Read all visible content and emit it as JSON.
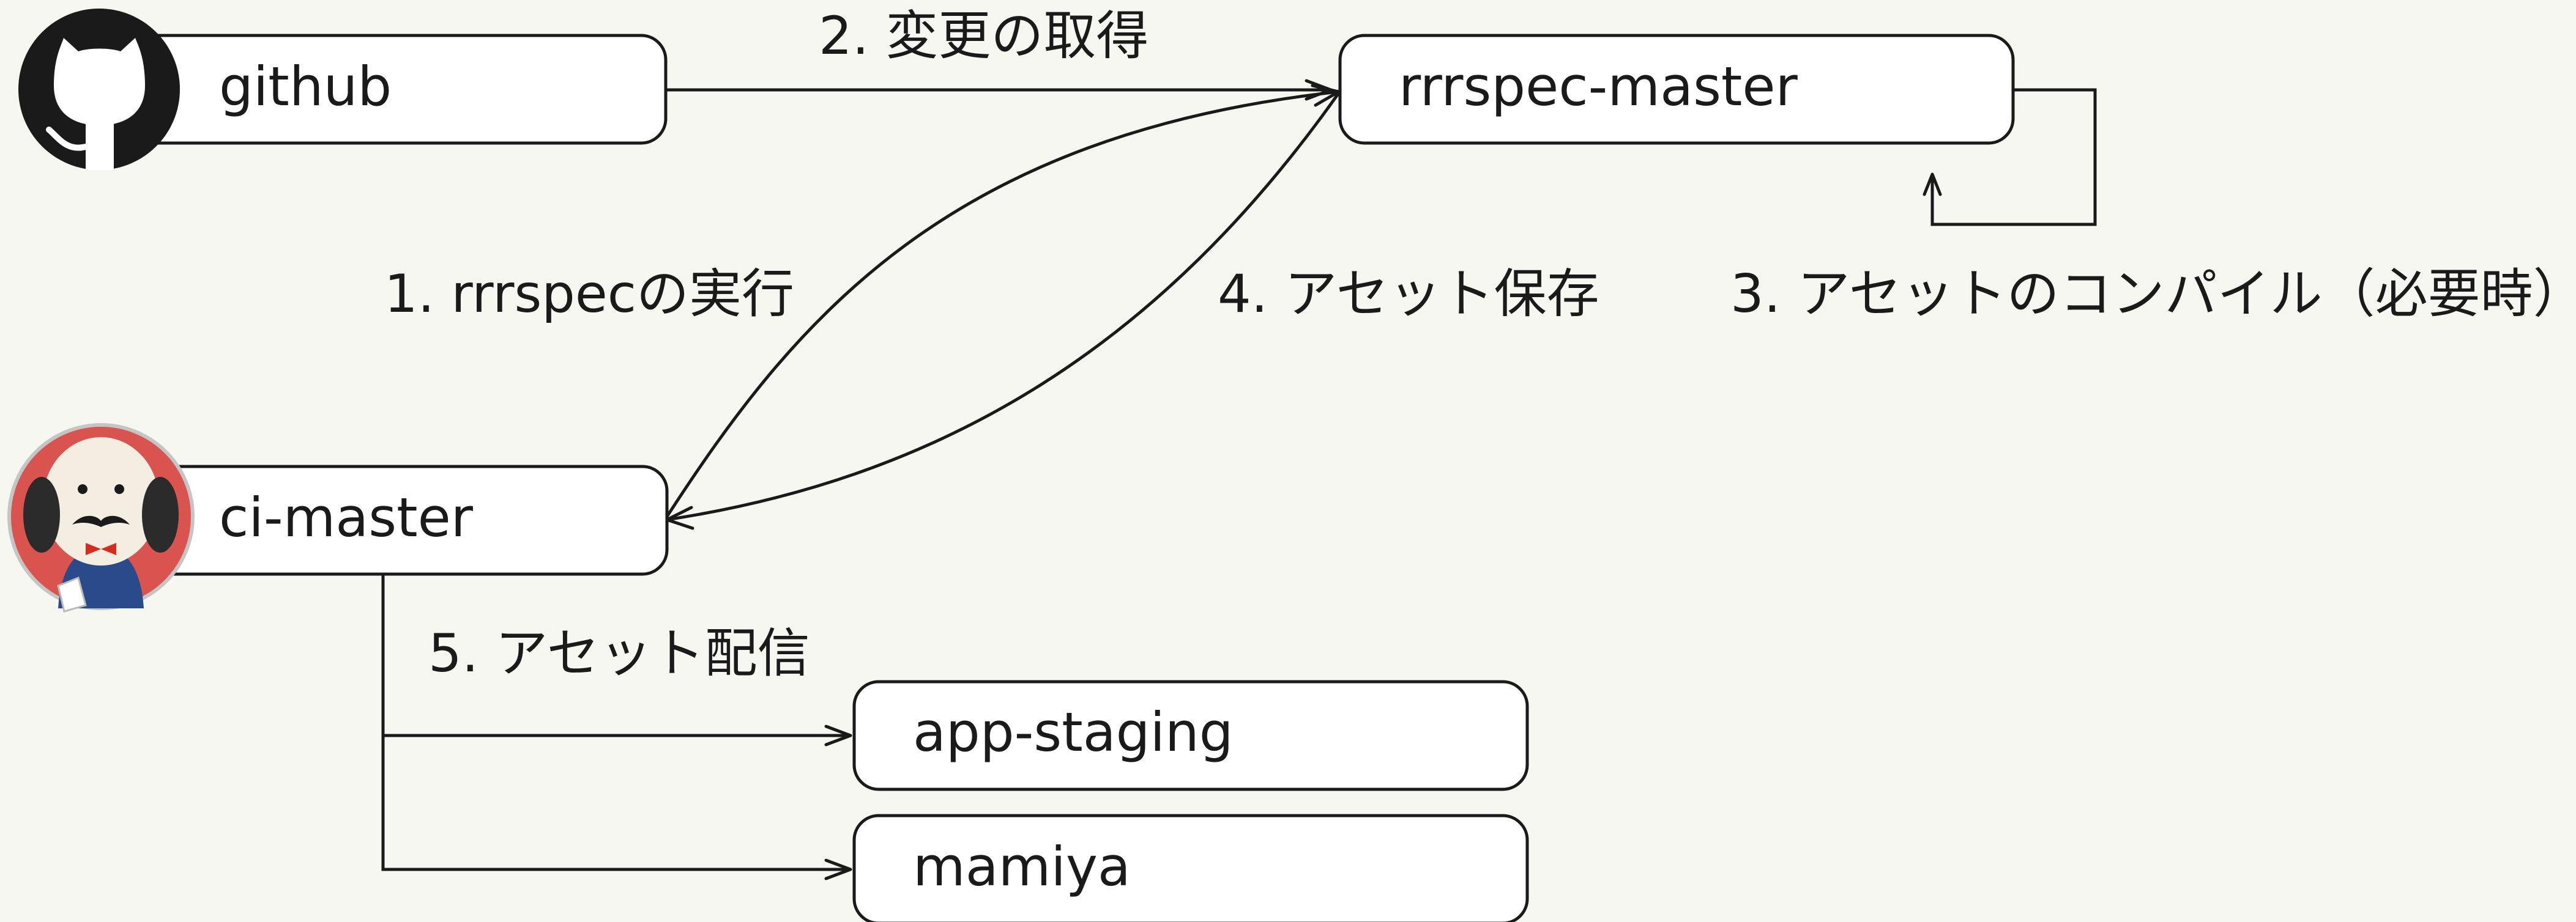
{
  "nodes": {
    "github": {
      "label": "github",
      "icon": "github-octocat-icon"
    },
    "rrrspec_master": {
      "label": "rrrspec-master"
    },
    "ci_master": {
      "label": "ci-master",
      "icon": "jenkins-butler-icon"
    },
    "app_staging": {
      "label": "app-staging"
    },
    "mamiya": {
      "label": "mamiya"
    }
  },
  "edges": {
    "run_rrrspec": {
      "label": "1. rrrspecの実行"
    },
    "fetch_changes": {
      "label": "2. 変更の取得"
    },
    "compile_assets": {
      "label": "3. アセットのコンパイル（必要時）"
    },
    "save_assets": {
      "label": "4. アセット保存"
    },
    "distribute_assets": {
      "label": "5. アセット配信"
    }
  },
  "colors": {
    "background": "#f7f7f2",
    "line": "#1a1a1a",
    "box_fill": "#ffffff",
    "github_icon": "#1a1a1a",
    "jenkins_ring": "#d9534f",
    "jenkins_tie": "#d62b1f",
    "jenkins_coat": "#2a4a8a"
  }
}
